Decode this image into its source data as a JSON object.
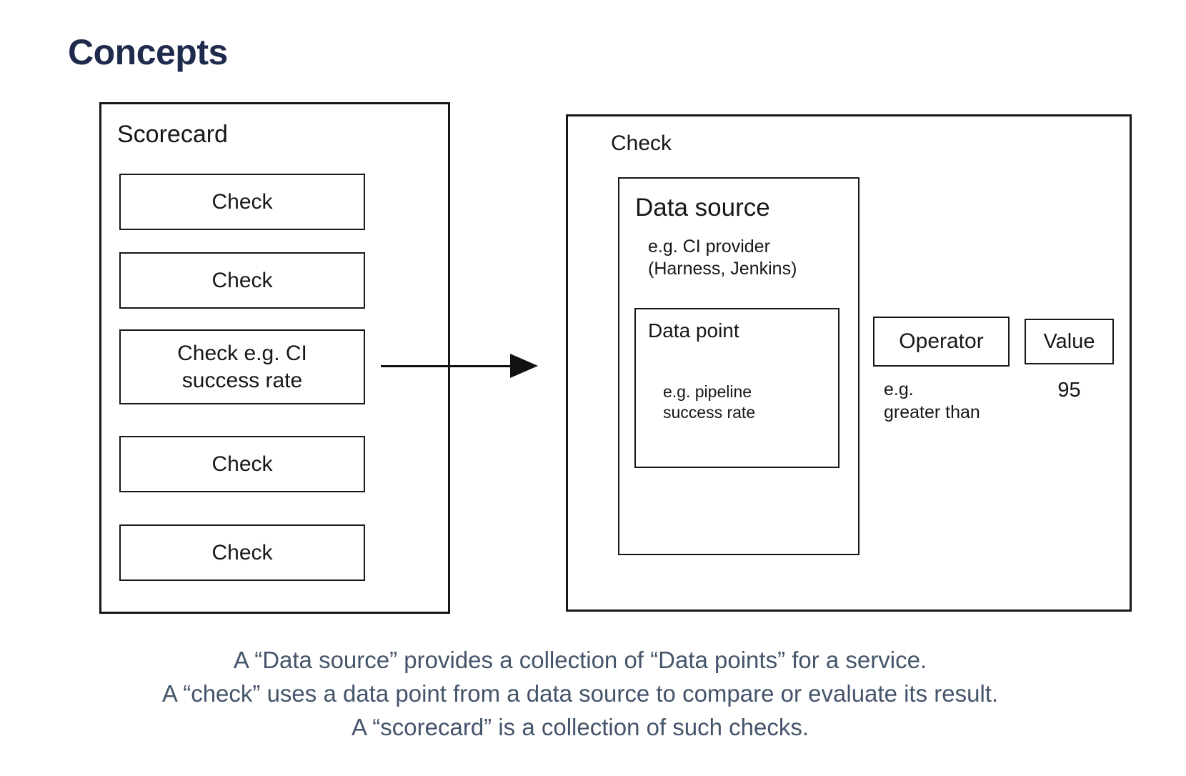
{
  "colors": {
    "background": "#FFFFFF",
    "title": "#1E2B4D",
    "caption_text": "#44546A",
    "diagram_ink": "#171717"
  },
  "title": "Concepts",
  "scorecard": {
    "label": "Scorecard",
    "checks": [
      "Check",
      "Check",
      "Check e.g. CI success rate",
      "Check",
      "Check"
    ]
  },
  "check_detail": {
    "label": "Check",
    "data_source": {
      "label": "Data source",
      "example": {
        "line1": "e.g. CI provider",
        "line2": "(Harness, Jenkins)"
      },
      "data_point": {
        "label": "Data point",
        "example": {
          "line1": "e.g. pipeline",
          "line2": "success rate"
        }
      }
    },
    "operator": {
      "label": "Operator",
      "example": {
        "line1": "e.g.",
        "line2": "greater than"
      }
    },
    "value": {
      "label": "Value",
      "example": "95"
    }
  },
  "caption": {
    "line1": "A “Data source” provides a collection of “Data points” for a service.",
    "line2": "A “check” uses a data point from a data source to compare or evaluate its result.",
    "line3": "A “scorecard” is a collection of such checks."
  }
}
